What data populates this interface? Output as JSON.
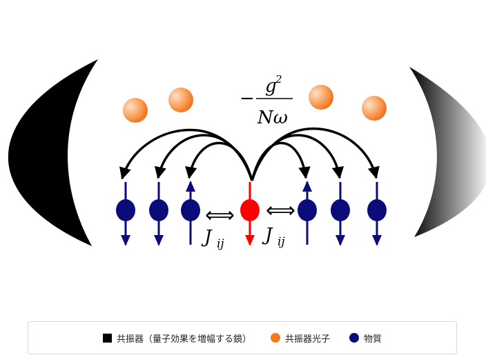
{
  "formula": {
    "coupling_sign": "−",
    "coupling_num": "g",
    "coupling_exp": "2",
    "coupling_den": "Nω"
  },
  "exchange": {
    "symbol": "J",
    "subscript": "ij"
  },
  "colors": {
    "mirror": "#000000",
    "photon": "#f37b1d",
    "matter": "#0b0b7a",
    "central_spin": "#ff0000",
    "arrow": "#000000"
  },
  "spins": [
    {
      "direction": "down",
      "central": false
    },
    {
      "direction": "down",
      "central": false
    },
    {
      "direction": "up",
      "central": false
    },
    {
      "direction": "down",
      "central": true
    },
    {
      "direction": "up",
      "central": false
    },
    {
      "direction": "down",
      "central": false
    },
    {
      "direction": "down",
      "central": false
    }
  ],
  "legend": [
    {
      "label": "共振器（量子効果を増幅する鏡）",
      "color": "#000000",
      "shape": "square"
    },
    {
      "label": "共振器光子",
      "color": "#f37b1d",
      "shape": "circle"
    },
    {
      "label": "物質",
      "color": "#0b0b7a",
      "shape": "circle"
    }
  ]
}
